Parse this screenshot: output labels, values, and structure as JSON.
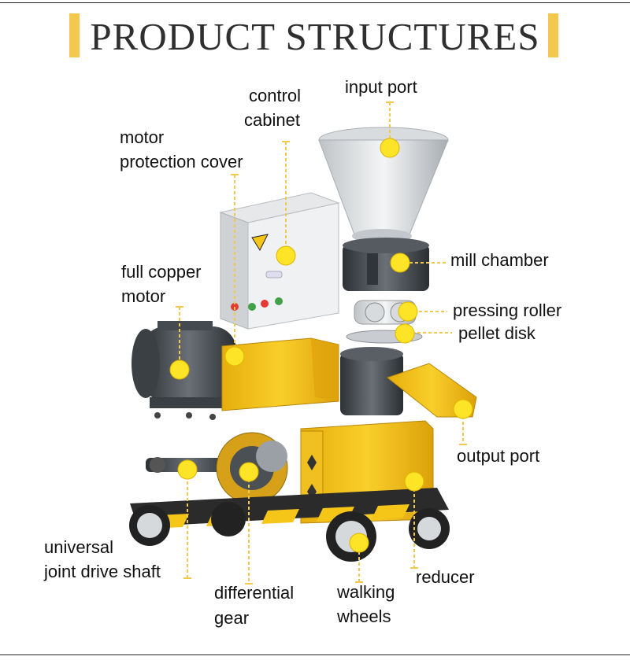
{
  "title": "PRODUCT STRUCTURES",
  "colors": {
    "accent": "#f2c94c",
    "machine_yellow": "#f5c518",
    "dot": "#fde427"
  },
  "labels": {
    "input_port": "input port",
    "control_cabinet_1": "control",
    "control_cabinet_2": "cabinet",
    "motor_cover_1": "motor",
    "motor_cover_2": "protection cover",
    "full_copper_1": "full copper",
    "full_copper_2": "motor",
    "mill_chamber": "mill chamber",
    "pressing_roller": "pressing roller",
    "pellet_disk": "pellet disk",
    "output_port": "output port",
    "universal_1": "universal",
    "universal_2": "joint drive shaft",
    "differential_1": "differential",
    "differential_2": "gear",
    "walking_1": "walking",
    "walking_2": "wheels",
    "reducer": "reducer"
  }
}
